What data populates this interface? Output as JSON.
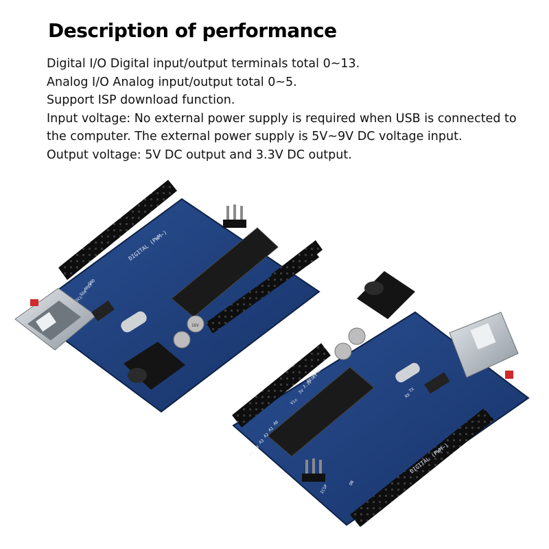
{
  "heading": "Description of performance",
  "spec_lines": [
    "Digital I/O Digital input/output terminals total 0~13.",
    "Analog I/O Analog input/output total 0~5.",
    "Support ISP download function.",
    "Input voltage: No external power supply is required when USB is connected to",
    "the computer. The external power supply is 5V~9V DC voltage input.",
    "Output voltage: 5V DC output and 3.3V DC output."
  ],
  "board_labels": {
    "digital_pwm": "DIGITAL (PWM~)",
    "gnd": "GND",
    "aref": "AREF",
    "sda": "SDA",
    "scl": "SCL",
    "ioref": "IOREF",
    "reset": "RESET",
    "v33": "3.3V",
    "v5": "5V",
    "vin": "Vin",
    "analog_pins": [
      "A0",
      "A1",
      "A2",
      "A3",
      "A4",
      "A5"
    ],
    "icsp": "ICSP",
    "on": "ON",
    "tx": "TX",
    "rx": "RX",
    "cap_marking": "16V"
  },
  "colors": {
    "pcb": "#1f3f78",
    "pcb_dark": "#142c57",
    "header": "#111111",
    "chip": "#1a1a1a",
    "usb_metal": "#b9bfc6",
    "silkscreen": "#e6ecf5"
  }
}
